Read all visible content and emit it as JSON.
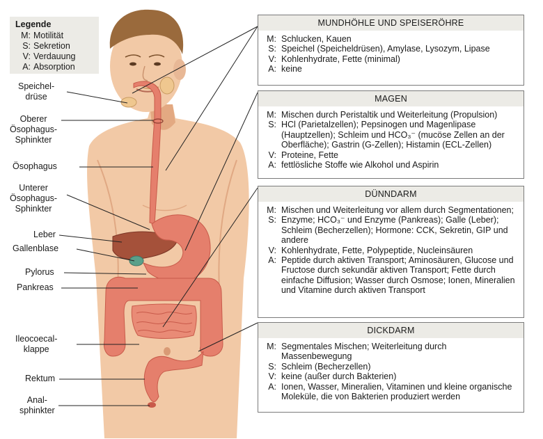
{
  "legend": {
    "title": "Legende",
    "items": [
      {
        "key": "M:",
        "text": "Motilität"
      },
      {
        "key": "S:",
        "text": "Sekretion"
      },
      {
        "key": "V:",
        "text": "Verdauung"
      },
      {
        "key": "A:",
        "text": "Absorption"
      }
    ]
  },
  "labels": {
    "speicheldruese_1": "Speichel-",
    "speicheldruese_2": "drüse",
    "oos_1": "Oberer",
    "oos_2": "Ösophagus-",
    "oos_3": "Sphinkter",
    "oesophagus": "Ösophagus",
    "uos_1": "Unterer",
    "uos_2": "Ösophagus-",
    "uos_3": "Sphinkter",
    "leber": "Leber",
    "gallenblase": "Gallenblase",
    "pylorus": "Pylorus",
    "pankreas": "Pankreas",
    "ileo_1": "Ileocoecal-",
    "ileo_2": "klappe",
    "rektum": "Rektum",
    "anal_1": "Anal-",
    "anal_2": "sphinkter"
  },
  "boxes": {
    "mund": {
      "title": "MUNDHÖHLE UND SPEISERÖHRE",
      "entries": [
        {
          "key": "M:",
          "text": "Schlucken, Kauen"
        },
        {
          "key": "S:",
          "text": "Speichel (Speicheldrüsen), Amylase, Lysozym, Lipase"
        },
        {
          "key": "V:",
          "text": "Kohlenhydrate, Fette (minimal)"
        },
        {
          "key": "A:",
          "text": "keine"
        }
      ]
    },
    "magen": {
      "title": "MAGEN",
      "entries": [
        {
          "key": "M:",
          "text": "Mischen durch Peristaltik und Weiterleitung (Propulsion)"
        },
        {
          "key": "S:",
          "text": "HCl (Parietalzellen); Pepsinogen und Magenlipase (Hauptzellen); Schleim und HCO₃⁻ (mucöse Zellen an der Oberfläche); Gastrin (G-Zellen); Histamin (ECL-Zellen)"
        },
        {
          "key": "V:",
          "text": "Proteine, Fette"
        },
        {
          "key": "A:",
          "text": "fettlösliche Stoffe wie Alkohol und Aspirin"
        }
      ]
    },
    "duenndarm": {
      "title": "DÜNNDARM",
      "entries": [
        {
          "key": "M:",
          "text": "Mischen und Weiterleitung vor allem durch Segmentationen;"
        },
        {
          "key": "S:",
          "text": "Enzyme; HCO₃⁻ und Enzyme (Pankreas); Galle (Leber); Schleim (Becherzellen); Hormone: CCK, Sekretin, GIP und andere"
        },
        {
          "key": "V:",
          "text": "Kohlenhydrate, Fette, Polypeptide, Nucleinsäuren"
        },
        {
          "key": "A:",
          "text": "Peptide durch aktiven Transport; Aminosäuren, Glucose und Fructose durch sekundär aktiven Transport; Fette durch einfache Diffusion; Wasser durch Osmose; Ionen, Mineralien und Vitamine durch aktiven Transport"
        }
      ]
    },
    "dickdarm": {
      "title": "DICKDARM",
      "entries": [
        {
          "key": "M:",
          "text": "Segmentales Mischen; Weiterleitung durch Massenbewegung"
        },
        {
          "key": "S:",
          "text": "Schleim (Becherzellen)"
        },
        {
          "key": "V:",
          "text": "keine (außer durch Bakterien)"
        },
        {
          "key": "A:",
          "text": "Ionen, Wasser, Mineralien, Vitaminen und kleine organische Moleküle, die von Bakterien produziert werden"
        }
      ]
    }
  },
  "colors": {
    "skin": "#f2c9a6",
    "skin_shade": "#e3a982",
    "hair": "#9a6a3c",
    "organ": "#e57f6c",
    "organ_dark": "#c85a4a",
    "liver": "#a5513a",
    "gallbladder": "#5aa08a",
    "pancreas": "#edd4a2",
    "panel_header": "#ecebe6"
  }
}
